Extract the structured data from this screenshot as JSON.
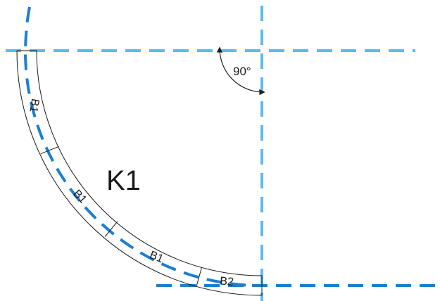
{
  "diagram": {
    "title": "K1",
    "angle_label": "90°",
    "segments": [
      {
        "label": "B1"
      },
      {
        "label": "B1"
      },
      {
        "label": "B1"
      },
      {
        "label": "B2"
      }
    ]
  },
  "colors": {
    "guide_light": "#5bbcec",
    "guide_dark": "#1a7fd0",
    "outline": "#1a1a1a",
    "background": "#ffffff"
  }
}
